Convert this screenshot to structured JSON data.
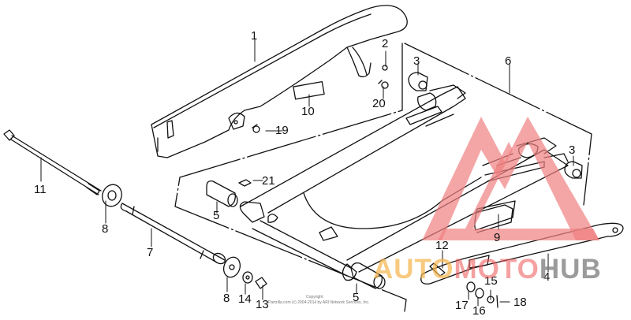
{
  "diagram": {
    "type": "exploded-parts-diagram",
    "subject": "swingarm assembly",
    "callouts": [
      {
        "id": "1",
        "label": "1",
        "part": "chain case"
      },
      {
        "id": "2",
        "label": "2",
        "part": "nut"
      },
      {
        "id": "3a",
        "label": "3",
        "part": "bushing"
      },
      {
        "id": "3b",
        "label": "3",
        "part": "bushing"
      },
      {
        "id": "4",
        "label": "4",
        "part": "arm"
      },
      {
        "id": "5a",
        "label": "5",
        "part": "collar"
      },
      {
        "id": "5b",
        "label": "5",
        "part": "collar"
      },
      {
        "id": "6",
        "label": "6",
        "part": "swingarm"
      },
      {
        "id": "7",
        "label": "7",
        "part": "pivot shaft"
      },
      {
        "id": "8a",
        "label": "8",
        "part": "dust seal"
      },
      {
        "id": "8b",
        "label": "8",
        "part": "cap"
      },
      {
        "id": "9",
        "label": "9",
        "part": "slider"
      },
      {
        "id": "10",
        "label": "10",
        "part": "label"
      },
      {
        "id": "11",
        "label": "11",
        "part": "pivot bolt"
      },
      {
        "id": "12",
        "label": "12",
        "part": "bolt"
      },
      {
        "id": "13",
        "label": "13",
        "part": "nut"
      },
      {
        "id": "14",
        "label": "14",
        "part": "washer"
      },
      {
        "id": "15",
        "label": "15",
        "part": "nut"
      },
      {
        "id": "16",
        "label": "16",
        "part": "washer"
      },
      {
        "id": "17",
        "label": "17",
        "part": "washer"
      },
      {
        "id": "18",
        "label": "18",
        "part": "cotter pin"
      },
      {
        "id": "19",
        "label": "19",
        "part": "screw"
      },
      {
        "id": "20",
        "label": "20",
        "part": "bolt"
      },
      {
        "id": "21",
        "label": "21",
        "part": "clip"
      }
    ],
    "copyright": {
      "line1": "Copyright",
      "line2": "Partzilla.com (c) 2004-2014 by ARI Network Services, Inc."
    }
  },
  "watermark": {
    "part_a": "AUTO",
    "part_b": "MOTO",
    "part_c": "HUB",
    "colors": {
      "a": "#f6b44a",
      "b": "#ee5555",
      "c": "#7a7a7a",
      "triangle": "#f08080"
    }
  }
}
